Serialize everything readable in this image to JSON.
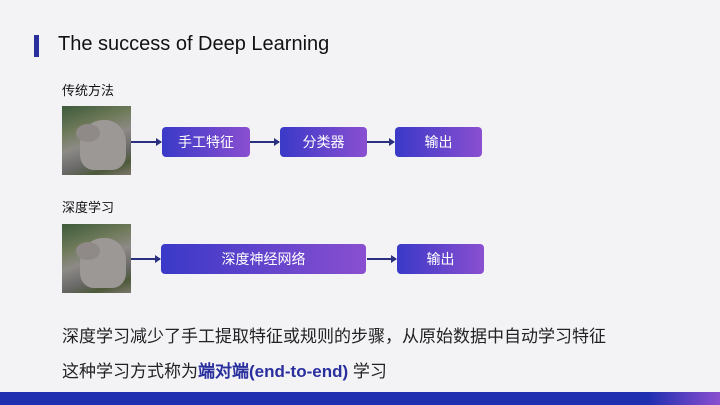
{
  "title": "The success of Deep Learning",
  "traditional": {
    "label": "传统方法",
    "steps": [
      "手工特征",
      "分类器",
      "输出"
    ]
  },
  "deep": {
    "label": "深度学习",
    "steps": [
      "深度神经网络",
      "输出"
    ]
  },
  "summary": {
    "line1": "深度学习减少了手工提取特征或规则的步骤，从原始数据中自动学习特征",
    "line2_prefix": "这种学习方式称为",
    "line2_highlight": "端对端(end-to-end)",
    "line2_suffix": " 学习"
  },
  "colors": {
    "accent": "#2a2f9e",
    "box_start": "#3a39c8",
    "box_end": "#8a4fd0",
    "bar": "#1f2fb0"
  }
}
